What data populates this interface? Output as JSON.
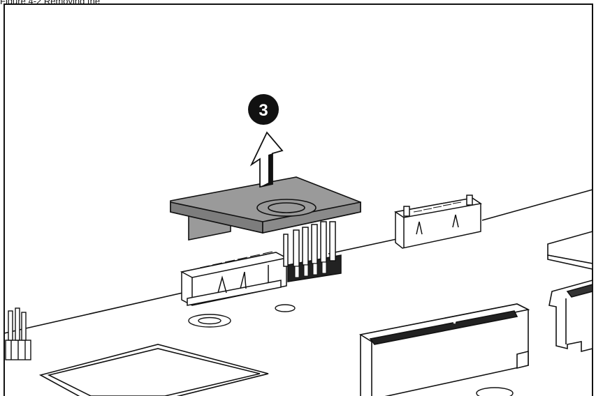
{
  "caption": {
    "text": "Figure 4-2 Removing the"
  },
  "callout": {
    "number": "3",
    "step_meaning": "lift module up"
  },
  "colors": {
    "line": "#111111",
    "module_fill": "#9a9a9a",
    "module_side": "#7d7d7d",
    "callout_fill": "#111111",
    "callout_text": "#ffffff",
    "arrow_fill": "#ffffff"
  },
  "icons": {
    "arrow": "up-arrow-icon"
  }
}
